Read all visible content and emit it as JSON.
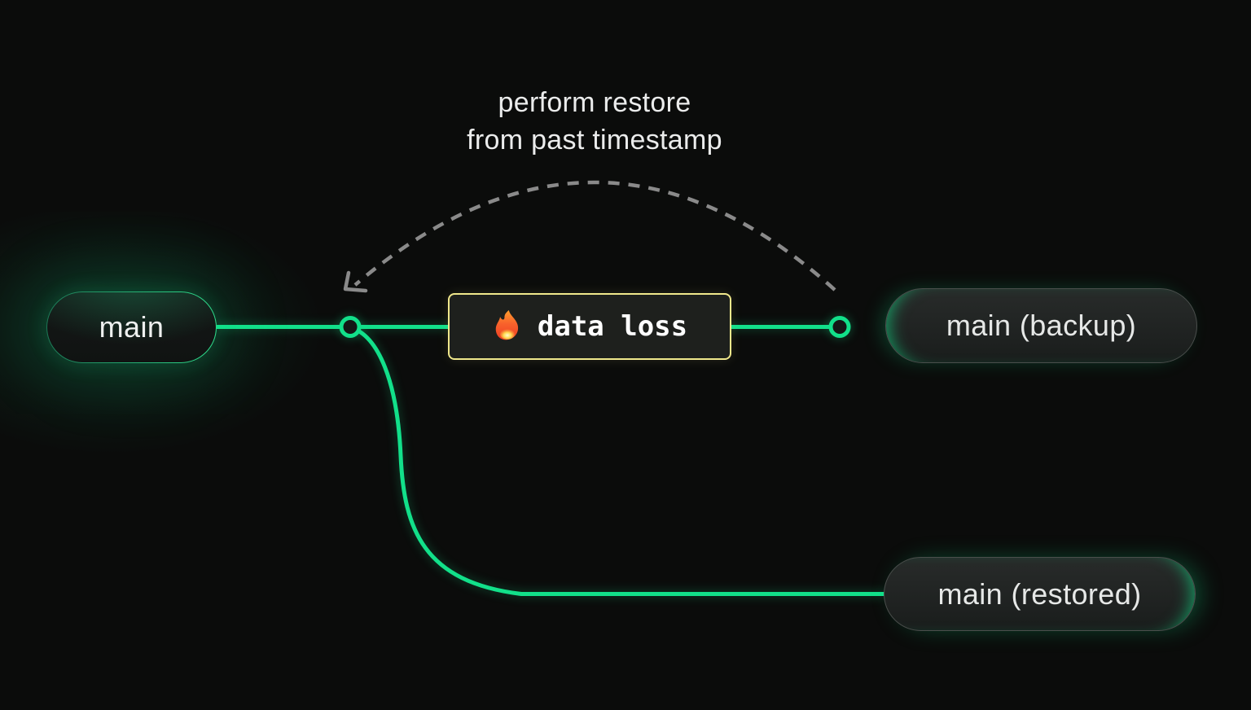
{
  "diagram": {
    "annotation": {
      "line1": "perform restore",
      "line2": "from past timestamp"
    },
    "nodes": {
      "main": {
        "label": "main"
      },
      "backup": {
        "label": "main (backup)"
      },
      "restored": {
        "label": "main (restored)"
      }
    },
    "event": {
      "icon": "fire-icon",
      "label": "data loss"
    },
    "colors": {
      "background": "#0b0c0b",
      "accent_green": "#12e08a",
      "warning_yellow": "#f0e88c",
      "arc_gray": "#8a8a8a",
      "pill_border_gray": "#4b4f4d",
      "text_primary": "#eef0ef"
    }
  }
}
